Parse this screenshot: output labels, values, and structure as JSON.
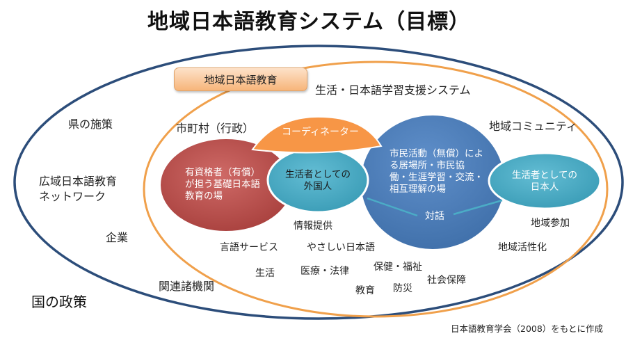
{
  "title": "地域日本語教育システム（目標）",
  "tag_label": "地域日本語教育",
  "support_system_label": "生活・日本語学習支援システム",
  "labels": {
    "prefecture": "県の施策",
    "wide_network_line1": "広域日本語教育",
    "wide_network_line2": "ネットワーク",
    "enterprise": "企業",
    "national_policy": "国の政策",
    "municipality": "市町村（行政）",
    "coordinator": "コーディネーター",
    "community": "地域コミュニティ",
    "qualified_line1": "有資格者（有償）",
    "qualified_line2": "が担う基礎日本語",
    "qualified_line3": "教育の場",
    "foreigner_line1": "生活者としての",
    "foreigner_line2": "外国人",
    "civic_line1": "市民活動（無償）によ",
    "civic_line2": "る居場所・市民協",
    "civic_line3": "働・生涯学習・交流・",
    "civic_line4": "相互理解の場",
    "japanese_line1": "生活者としての",
    "japanese_line2": "日本人",
    "dialogue": "対話",
    "info": "情報提供",
    "language_service": "言語サービス",
    "easy_japanese": "やさしい日本語",
    "life": "生活",
    "medical_law": "医療・法律",
    "welfare": "保健・福祉",
    "education": "教育",
    "disaster": "防災",
    "social_security": "社会保障",
    "related_agencies": "関連諸機関",
    "local_participation": "地域参加",
    "revitalization": "地域活性化"
  },
  "credit": "日本語教育学会（2008）をもとに作成",
  "colors": {
    "outer_ring": "#2c4d7a",
    "inner_ring": "#f0a04b",
    "red_circle": "#c0504d",
    "teal_circle": "#4bacc6",
    "blue_circle": "#4f81bd",
    "coordinator": "#f79646"
  }
}
